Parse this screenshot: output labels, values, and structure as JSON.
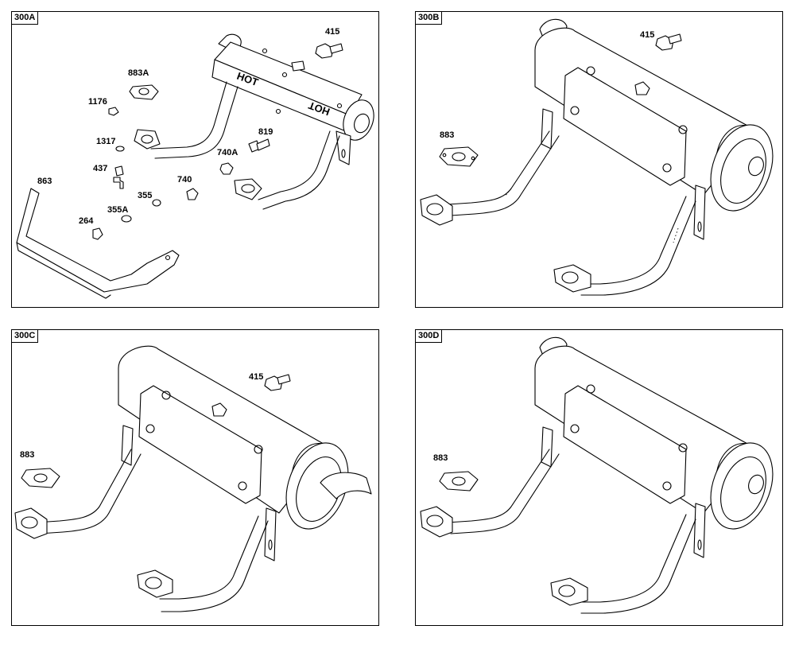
{
  "panels": {
    "a": {
      "tag": "300A",
      "labels": {
        "p415": "415",
        "p883a": "883A",
        "p1176": "1176",
        "p1317": "1317",
        "p819": "819",
        "p740a": "740A",
        "p437": "437",
        "p863": "863",
        "p740": "740",
        "p355": "355",
        "p355a": "355A",
        "p264": "264"
      },
      "hot_text": [
        "HOT",
        "HOT"
      ]
    },
    "b": {
      "tag": "300B",
      "labels": {
        "p415": "415",
        "p883": "883"
      }
    },
    "c": {
      "tag": "300C",
      "labels": {
        "p415": "415",
        "p883": "883"
      }
    },
    "d": {
      "tag": "300D",
      "labels": {
        "p883": "883"
      }
    }
  }
}
